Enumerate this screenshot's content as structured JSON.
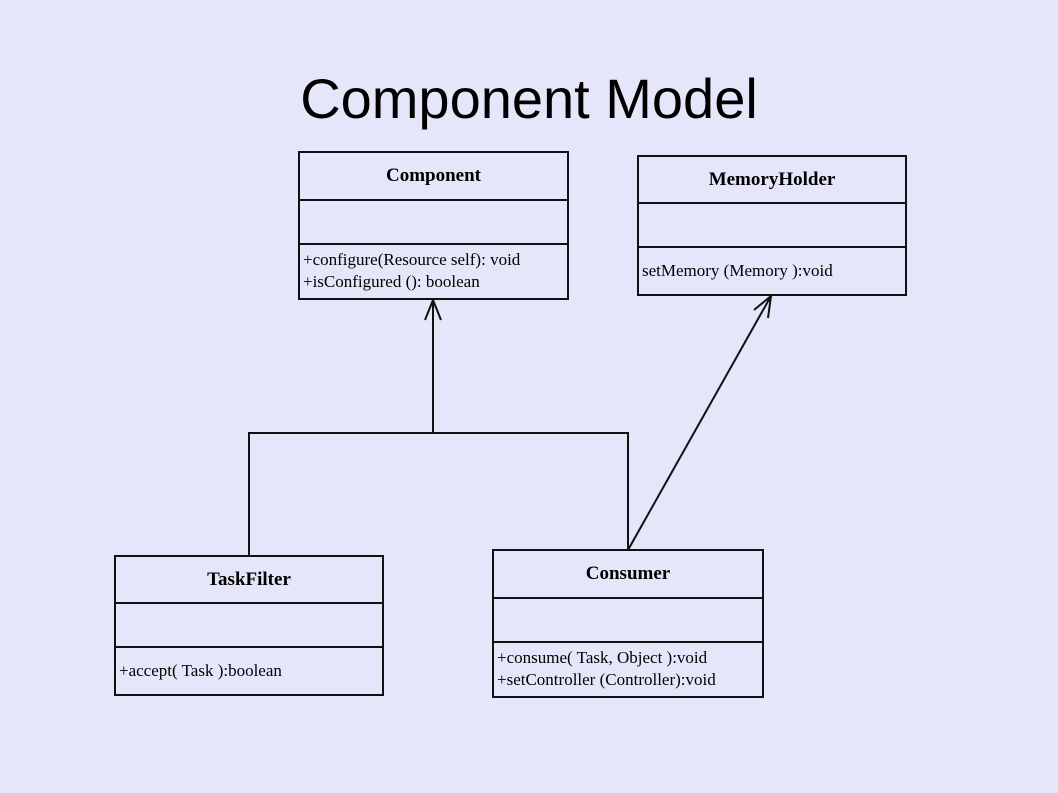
{
  "title": "Component Model",
  "classes": {
    "component": {
      "name": "Component",
      "operations": [
        "+configure(Resource self): void",
        "+isConfigured (): boolean"
      ]
    },
    "memoryholder": {
      "name": "MemoryHolder",
      "operations": [
        "setMemory (Memory ):void"
      ]
    },
    "taskfilter": {
      "name": "TaskFilter",
      "operations": [
        "+accept( Task ):boolean"
      ]
    },
    "consumer": {
      "name": "Consumer",
      "operations": [
        "+consume( Task, Object ):void",
        "+setController (Controller):void"
      ]
    }
  },
  "relations": [
    {
      "from": "TaskFilter",
      "to": "Component"
    },
    {
      "from": "Consumer",
      "to": "Component"
    },
    {
      "from": "Consumer",
      "to": "MemoryHolder"
    }
  ]
}
